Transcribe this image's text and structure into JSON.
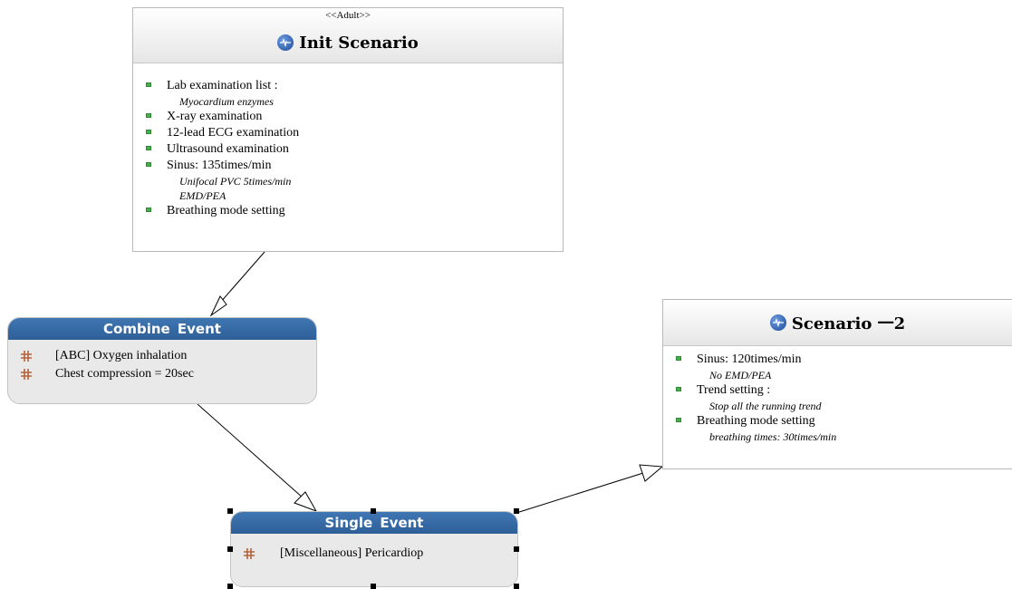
{
  "init_scenario": {
    "stereotype": "<<Adult>>",
    "title": "Init Scenario",
    "icon": "scenario-icon",
    "items": [
      {
        "label": "Lab examination list :",
        "details": [
          "Myocardium enzymes"
        ]
      },
      {
        "label": "X-ray examination",
        "details": []
      },
      {
        "label": "12-lead  ECG examination",
        "details": []
      },
      {
        "label": "Ultrasound examination",
        "details": []
      },
      {
        "label": "Sinus: 135times/min",
        "details": [
          "Unifocal PVC 5times/min",
          "EMD/PEA"
        ]
      },
      {
        "label": "Breathing mode setting",
        "details": []
      }
    ]
  },
  "combine_event": {
    "title": "Combine  Event",
    "items": [
      "[ABC] Oxygen inhalation",
      "Chest compression = 20sec"
    ]
  },
  "single_event": {
    "title": "Single  Event",
    "items": [
      "[Miscellaneous] Pericardiop"
    ]
  },
  "scenario_2": {
    "title": "Scenario 一2",
    "icon": "scenario-icon",
    "items": [
      {
        "label": "Sinus: 120times/min",
        "details": [
          "No EMD/PEA"
        ]
      },
      {
        "label": "Trend setting :",
        "details": [
          "Stop all the running trend"
        ]
      },
      {
        "label": "Breathing mode setting",
        "details": [
          "breathing times: 30times/min"
        ]
      }
    ]
  },
  "colors": {
    "event_header": "#2e5f98",
    "event_body": "#e9e9e9",
    "bullet": "#48b04a",
    "event_icon": "#b4623a"
  }
}
